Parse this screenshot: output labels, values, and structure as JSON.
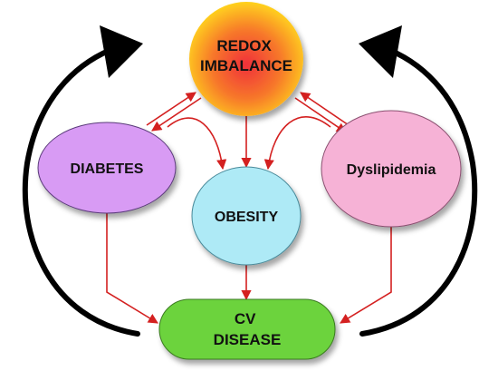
{
  "nodes": {
    "redox": {
      "line1": "REDOX",
      "line2": "IMBALANCE"
    },
    "diabetes": {
      "label": "DIABETES"
    },
    "obesity": {
      "label": "OBESITY"
    },
    "dyslipidemia": {
      "label": "Dyslipidemia"
    },
    "cv_disease": {
      "line1": "CV",
      "line2": "DISEASE"
    }
  },
  "colors": {
    "redox_center": "#f0303a",
    "redox_edge": "#ffd21e",
    "diabetes": "#d89bf4",
    "obesity": "#aeeaf6",
    "dyslipidemia": "#f6b2d6",
    "cv_disease": "#6cd33c",
    "connector": "#d42020",
    "cycle_arrow": "#000000"
  }
}
